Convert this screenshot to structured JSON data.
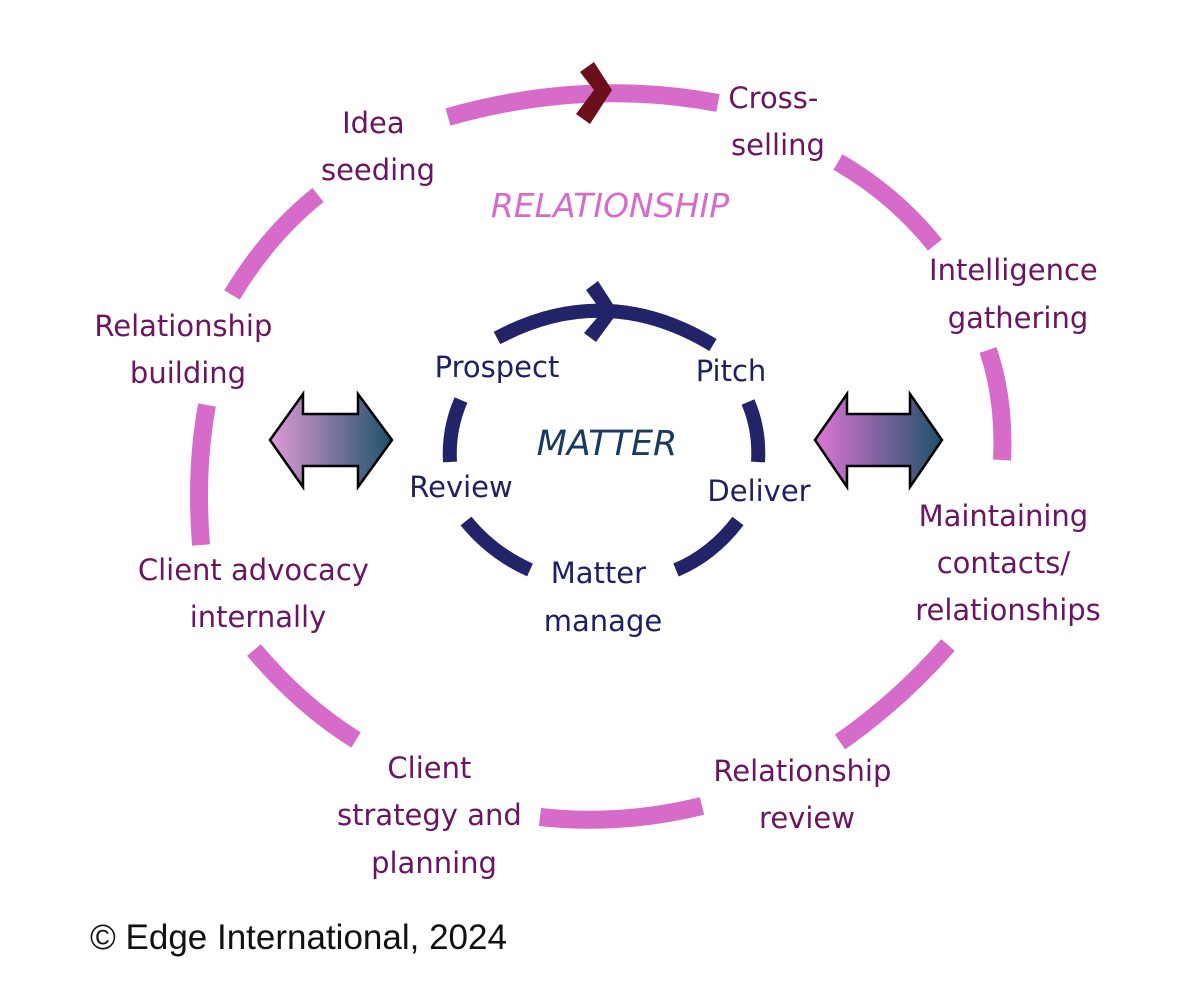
{
  "diagram": {
    "outer_cycle": {
      "title": "RELATIONSHIP",
      "color": "#d66bc9",
      "label_color": "#6b1462",
      "stages": [
        {
          "id": "idea-seeding",
          "lines": [
            "Idea",
            "seeding"
          ]
        },
        {
          "id": "cross-selling",
          "lines": [
            "Cross-",
            "selling"
          ]
        },
        {
          "id": "intelligence-gathering",
          "lines": [
            "Intelligence",
            "gathering"
          ]
        },
        {
          "id": "maintaining-contacts",
          "lines": [
            "Maintaining",
            "contacts/",
            "relationships"
          ]
        },
        {
          "id": "relationship-review",
          "lines": [
            "Relationship",
            "review"
          ]
        },
        {
          "id": "client-strategy",
          "lines": [
            "Client",
            "strategy and",
            "planning"
          ]
        },
        {
          "id": "client-advocacy",
          "lines": [
            "Client advocacy",
            "internally"
          ]
        },
        {
          "id": "relationship-building",
          "lines": [
            "Relationship",
            "building"
          ]
        }
      ],
      "direction_marker_color": "#6b0f1a"
    },
    "inner_cycle": {
      "title": "MATTER",
      "color": "#232369",
      "label_color": "#1f1f66",
      "stages": [
        {
          "id": "prospect",
          "lines": [
            "Prospect"
          ]
        },
        {
          "id": "pitch",
          "lines": [
            "Pitch"
          ]
        },
        {
          "id": "deliver",
          "lines": [
            "Deliver"
          ]
        },
        {
          "id": "matter-manage",
          "lines": [
            "Matter",
            "manage"
          ]
        },
        {
          "id": "review",
          "lines": [
            "Review"
          ]
        }
      ]
    },
    "connector_arrows": {
      "type": "double-headed",
      "gradient_left_color": "#e19ad8",
      "gradient_right_color": "#1d5268",
      "count": 2
    }
  },
  "footer": {
    "copyright": "© Edge International, 2024"
  }
}
